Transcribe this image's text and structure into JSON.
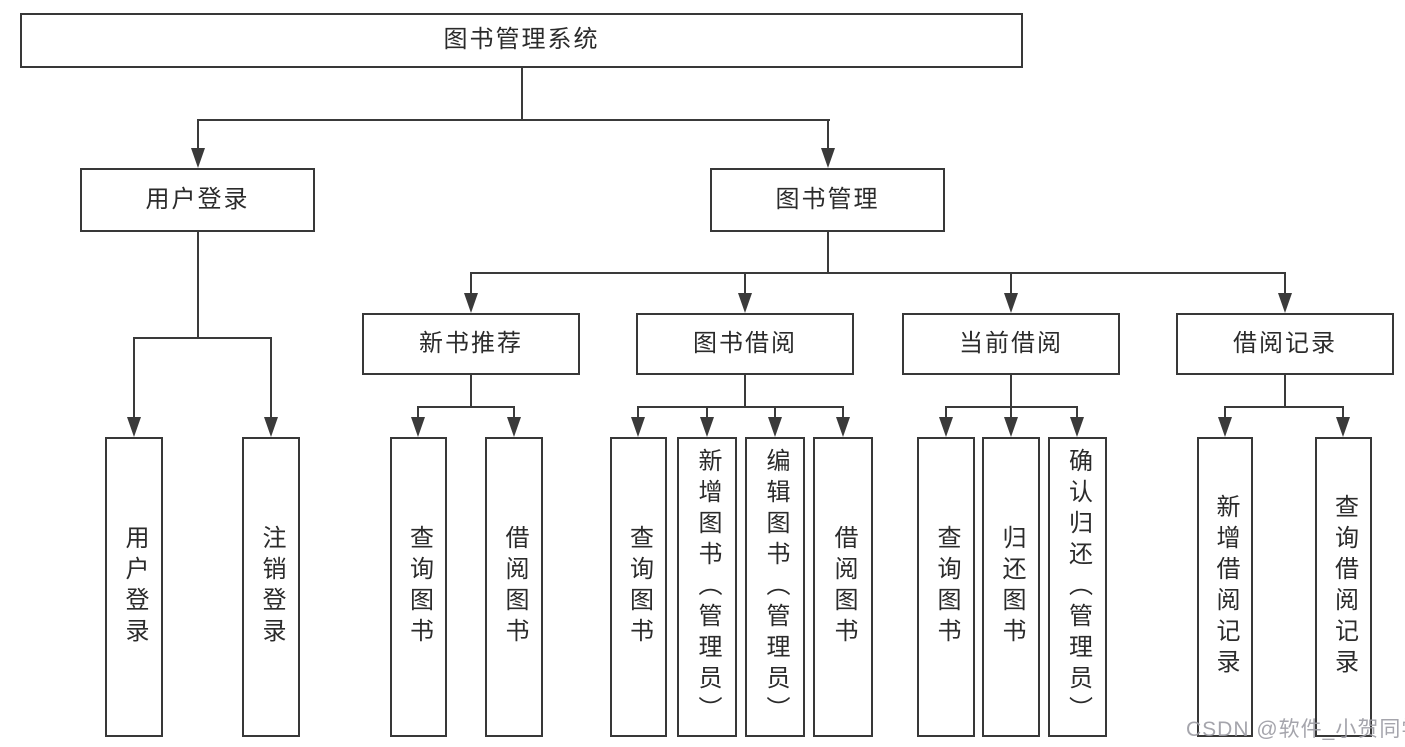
{
  "tree": {
    "root": "图书管理系统",
    "branches": [
      {
        "label": "用户登录",
        "children": [
          {
            "label": "用户登录"
          },
          {
            "label": "注销登录"
          }
        ]
      },
      {
        "label": "图书管理",
        "children": [
          {
            "label": "新书推荐",
            "children": [
              {
                "label": "查询图书"
              },
              {
                "label": "借阅图书"
              }
            ]
          },
          {
            "label": "图书借阅",
            "children": [
              {
                "label": "查询图书"
              },
              {
                "label": "新增图书（管理员）"
              },
              {
                "label": "编辑图书（管理员）"
              },
              {
                "label": "借阅图书"
              }
            ]
          },
          {
            "label": "当前借阅",
            "children": [
              {
                "label": "查询图书"
              },
              {
                "label": "归还图书"
              },
              {
                "label": "确认归还（管理员）"
              }
            ]
          },
          {
            "label": "借阅记录",
            "children": [
              {
                "label": "新增借阅记录"
              },
              {
                "label": "查询借阅记录"
              }
            ]
          }
        ]
      }
    ],
    "watermark": "CSDN @软件_小贺同学",
    "colors": {
      "line": "#3a3a3a",
      "box_border": "#383838",
      "text": "#2b2b2b",
      "watermark": "#9c9ca4",
      "background": "#ffffff"
    }
  }
}
